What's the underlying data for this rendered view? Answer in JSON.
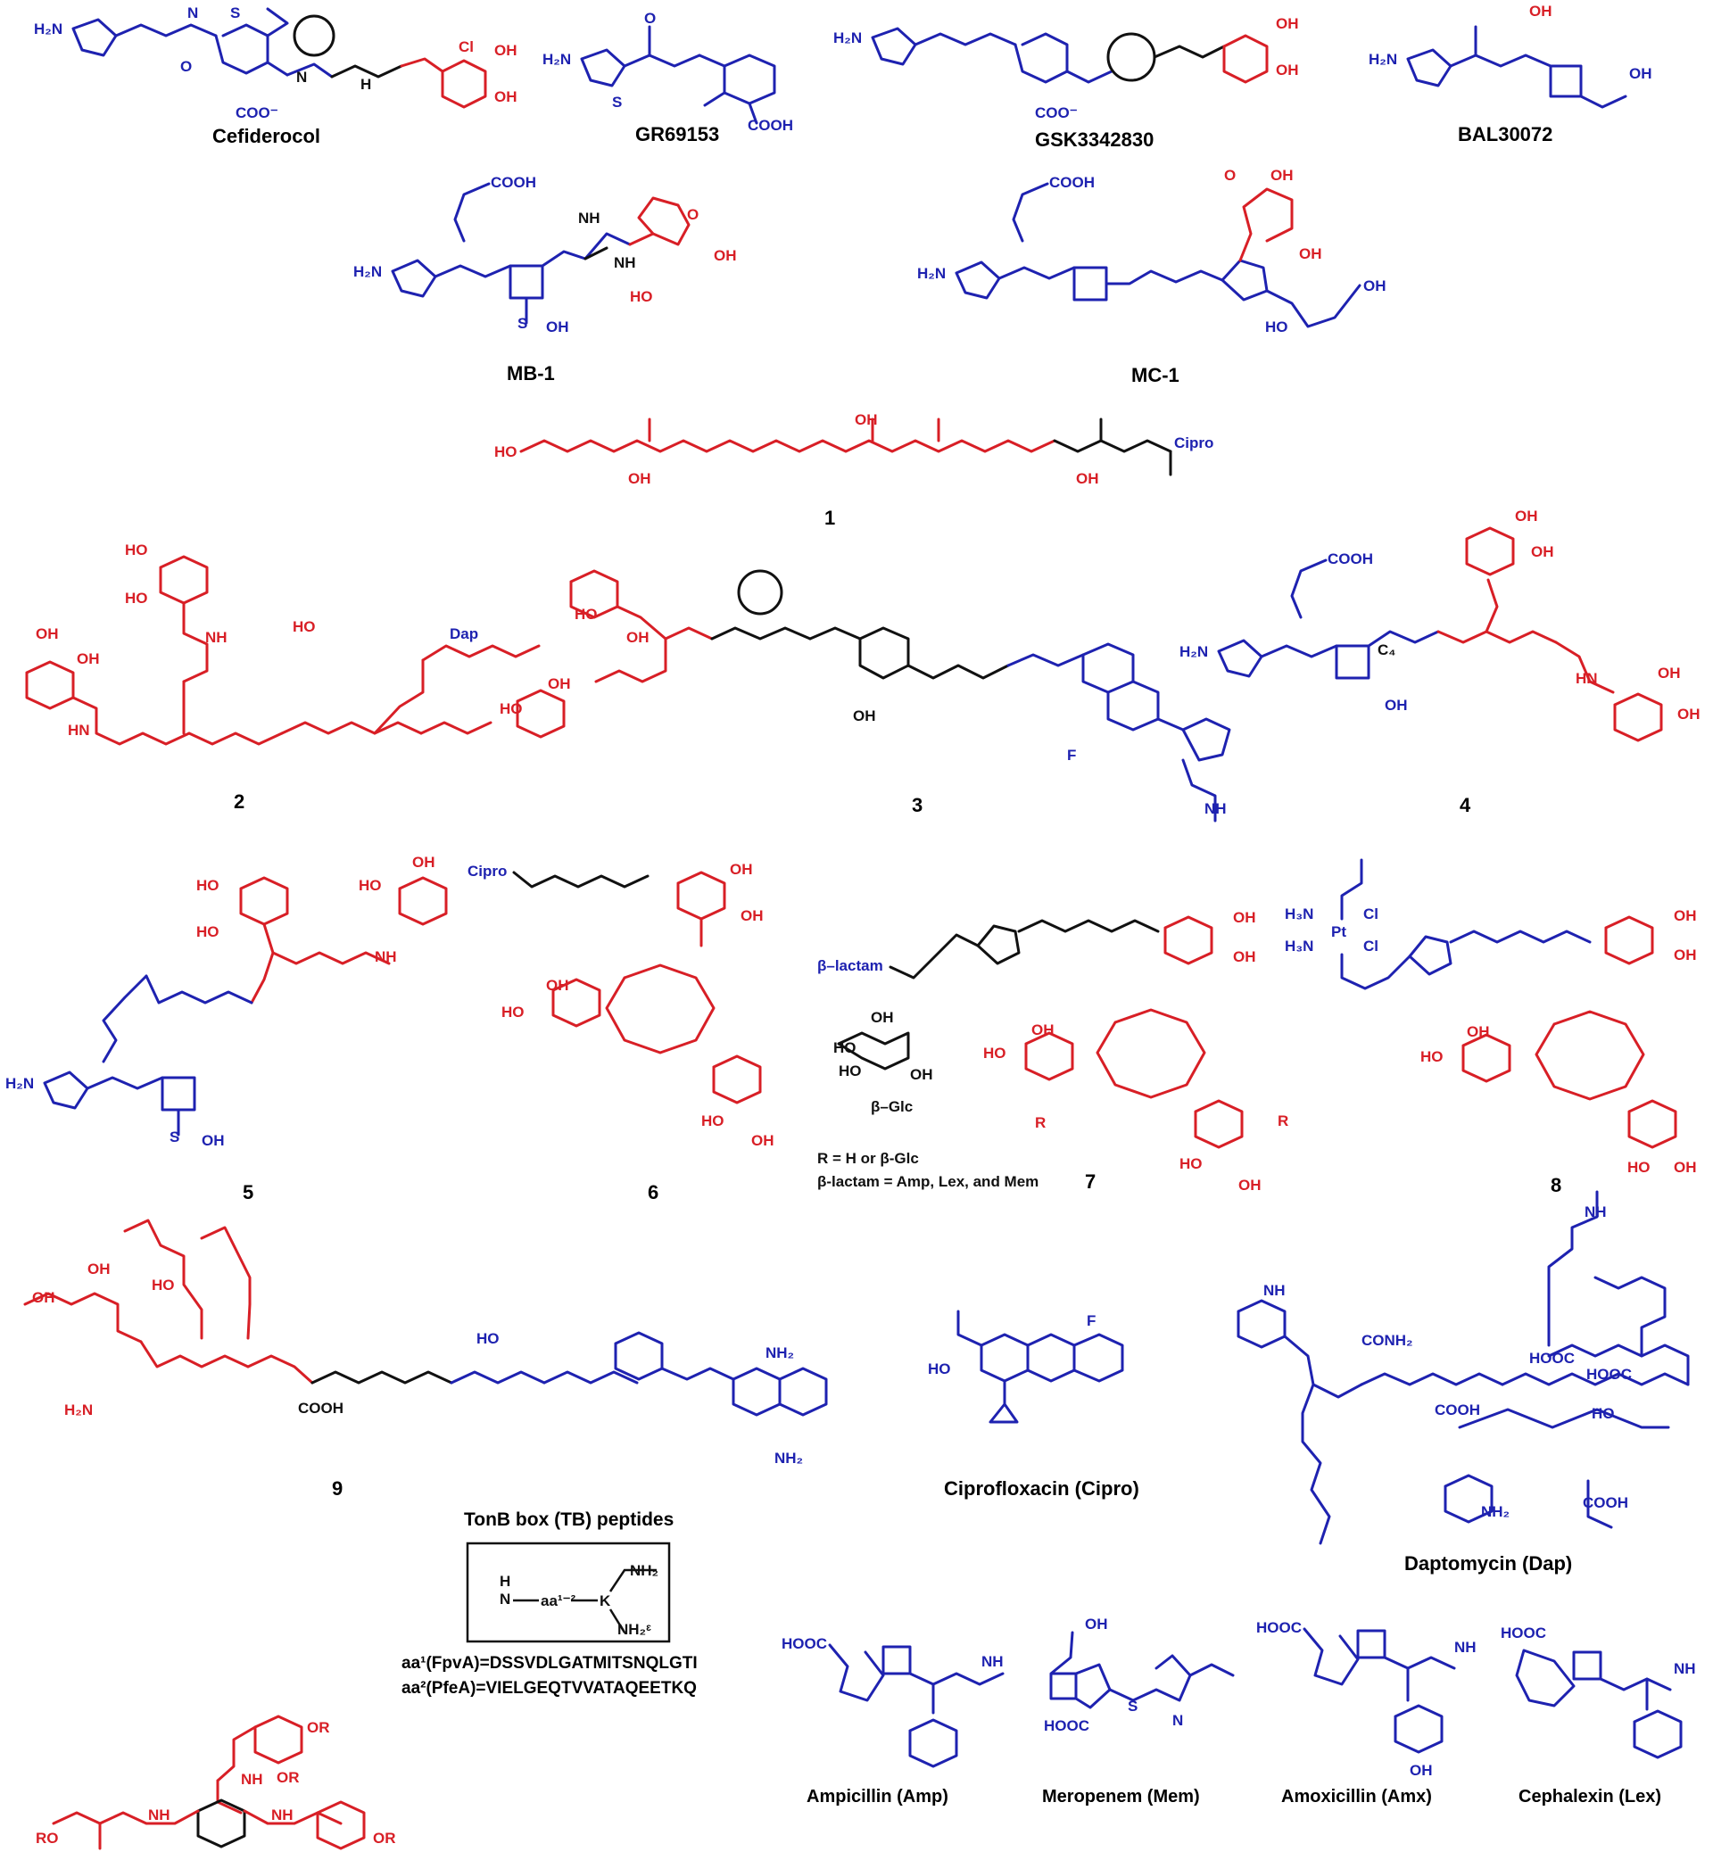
{
  "colors": {
    "blue": "#1e22b0",
    "red": "#d81f26",
    "black": "#111111"
  },
  "compounds": {
    "cefiderocol": "Cefiderocol",
    "gr69153": "GR69153",
    "gsk3342830": "GSK3342830",
    "bal30072": "BAL30072",
    "mb1": "MB-1",
    "mc1": "MC-1",
    "c1": "1",
    "c2": "2",
    "c3": "3",
    "c4": "4",
    "c5": "5",
    "c6": "6",
    "c7": "7",
    "c8": "8",
    "c9": "9",
    "cipro": "Ciprofloxacin (Cipro)",
    "dap": "Daptomycin (Dap)",
    "amp": "Ampicillin (Amp)",
    "mem": "Meropenem (Mem)",
    "amx": "Amoxicillin (Amx)",
    "lex": "Cephalexin (Lex)"
  },
  "tonb": {
    "title": "TonB box (TB) peptides",
    "fpva": "aa¹(FpvA)=DSSVDLGATMITSNQLGTI",
    "pfea": "aa²(PfeA)=VIELGEQTVVATAQEETKQ",
    "box_nh": "N",
    "box_h": "H",
    "box_aa": "aa¹⁻²",
    "box_k": "K",
    "box_nh2": "NH₂",
    "box_nh2e": "NH₂ᵋ"
  },
  "notes": {
    "r_def": "R = H or β-Glc",
    "lactam_def": "β-lactam = Amp, Lex, and Mem",
    "beta_glc": "β–Glc",
    "beta_lactam": "β–lactam"
  },
  "atoms": {
    "h2n": "H₂N",
    "cooh": "COOH",
    "coo": "COO⁻",
    "cl": "Cl",
    "oh": "OH",
    "ho": "HO",
    "nh": "NH",
    "hn": "HN",
    "n": "N",
    "s": "S",
    "o": "O",
    "f": "F",
    "h": "H",
    "cipro_tag": "Cipro",
    "dap_tag": "Dap",
    "nh2": "NH₂",
    "conh2": "CONH₂",
    "hooc": "HOOC",
    "pt": "Pt",
    "h3n": "H₃N",
    "c4": "C₄",
    "r": "R",
    "ro": "RO",
    "or": "OR"
  }
}
